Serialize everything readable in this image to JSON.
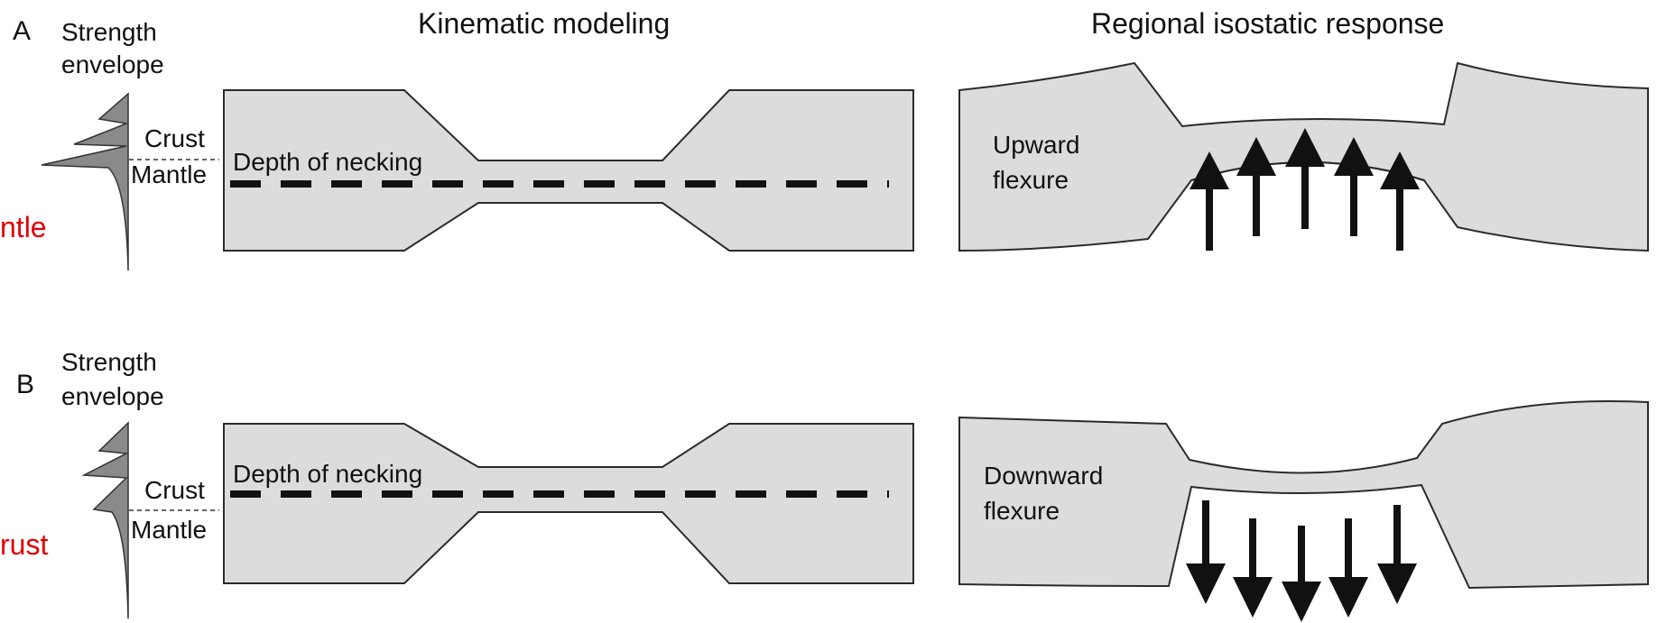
{
  "titles": {
    "kinematic": "Kinematic modeling",
    "regional": "Regional isostatic response"
  },
  "panel_a": {
    "letter": "A",
    "strength_line1": "Strength",
    "strength_line2": "envelope",
    "crust": "Crust",
    "mantle": "Mantle",
    "depth_of_necking": "Depth of necking",
    "flexure_line1": "Upward",
    "flexure_line2": "flexure",
    "side_note": "ntle"
  },
  "panel_b": {
    "letter": "B",
    "strength_line1": "Strength",
    "strength_line2": "envelope",
    "crust": "Crust",
    "mantle": "Mantle",
    "depth_of_necking": "Depth of necking",
    "flexure_line1": "Downward",
    "flexure_line2": "flexure",
    "side_note": "rust"
  },
  "colors": {
    "block_fill": "#dcdcdc",
    "envelope_fill": "#8a8a8a",
    "annotation_red": "#e00000"
  }
}
